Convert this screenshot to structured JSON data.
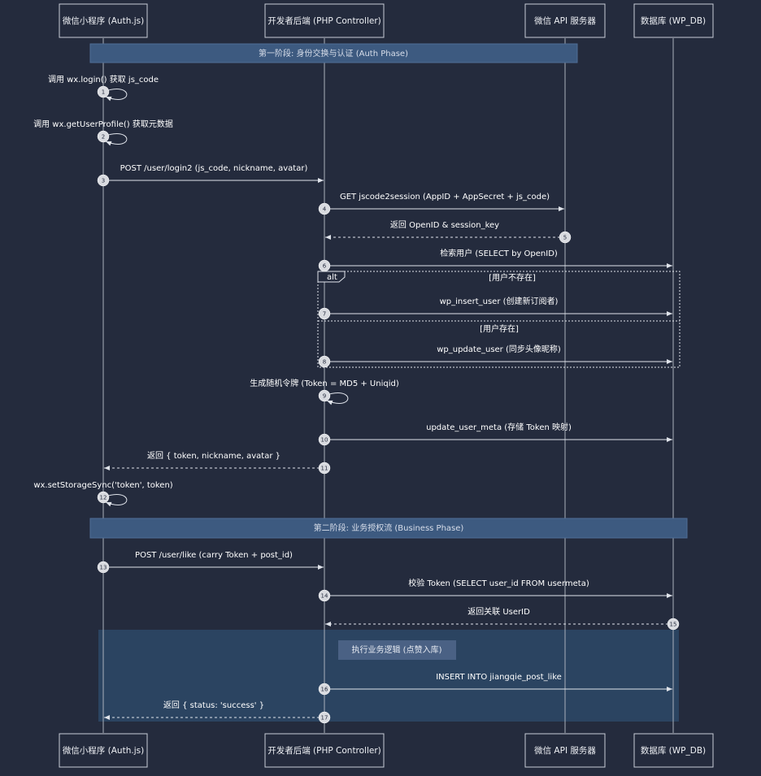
{
  "actors": [
    {
      "id": "mini",
      "label": "微信小程序 (Auth.js)"
    },
    {
      "id": "php",
      "label": "开发者后端 (PHP Controller)"
    },
    {
      "id": "wxapi",
      "label": "微信 API 服务器"
    },
    {
      "id": "db",
      "label": "数据库 (WP_DB)"
    }
  ],
  "phases": [
    {
      "label": "第一阶段: 身份交换与认证 (Auth Phase)"
    },
    {
      "label": "第二阶段: 业务授权流 (Business Phase)"
    }
  ],
  "messages": [
    {
      "num": "1",
      "from": "mini",
      "to": "mini",
      "text": "调用 wx.login() 获取 js_code",
      "style": "solid"
    },
    {
      "num": "2",
      "from": "mini",
      "to": "mini",
      "text": "调用 wx.getUserProfile() 获取元数据",
      "style": "solid"
    },
    {
      "num": "3",
      "from": "mini",
      "to": "php",
      "text": "POST /user/login2 (js_code, nickname, avatar)",
      "style": "solid"
    },
    {
      "num": "4",
      "from": "php",
      "to": "wxapi",
      "text": "GET jscode2session (AppID + AppSecret + js_code)",
      "style": "solid"
    },
    {
      "num": "5",
      "from": "wxapi",
      "to": "php",
      "text": "返回 OpenID & session_key",
      "style": "dashed"
    },
    {
      "num": "6",
      "from": "php",
      "to": "db",
      "text": "检索用户 (SELECT by OpenID)",
      "style": "solid"
    },
    {
      "num": "7",
      "from": "php",
      "to": "db",
      "text": "wp_insert_user (创建新订阅者)",
      "style": "solid"
    },
    {
      "num": "8",
      "from": "php",
      "to": "db",
      "text": "wp_update_user (同步头像昵称)",
      "style": "solid"
    },
    {
      "num": "9",
      "from": "php",
      "to": "php",
      "text": "生成随机令牌 (Token = MD5 + Uniqid)",
      "style": "solid"
    },
    {
      "num": "10",
      "from": "php",
      "to": "db",
      "text": "update_user_meta (存储 Token 映射)",
      "style": "solid"
    },
    {
      "num": "11",
      "from": "php",
      "to": "mini",
      "text": "返回 { token, nickname, avatar }",
      "style": "dashed"
    },
    {
      "num": "12",
      "from": "mini",
      "to": "mini",
      "text": "wx.setStorageSync('token', token)",
      "style": "solid"
    },
    {
      "num": "13",
      "from": "mini",
      "to": "php",
      "text": "POST /user/like (carry Token + post_id)",
      "style": "solid"
    },
    {
      "num": "14",
      "from": "php",
      "to": "db",
      "text": "校验 Token (SELECT user_id FROM usermeta)",
      "style": "solid"
    },
    {
      "num": "15",
      "from": "db",
      "to": "php",
      "text": "返回关联 UserID",
      "style": "dashed"
    },
    {
      "num": "16",
      "from": "php",
      "to": "db",
      "text": "INSERT INTO jiangqie_post_like",
      "style": "solid"
    },
    {
      "num": "17",
      "from": "php",
      "to": "mini",
      "text": "返回 { status: 'success' }",
      "style": "dashed"
    }
  ],
  "alt_block": {
    "label": "alt",
    "condition1": "[用户不存在]",
    "condition2": "[用户存在]"
  },
  "note": {
    "text": "执行业务逻辑 (点赞入库)"
  },
  "colors": {
    "background": "#242b3d",
    "phase_fill": "#3d5a80",
    "business_fill": "#2e4d6e",
    "note_fill": "#4a6184",
    "line": "#dfe3ea"
  }
}
